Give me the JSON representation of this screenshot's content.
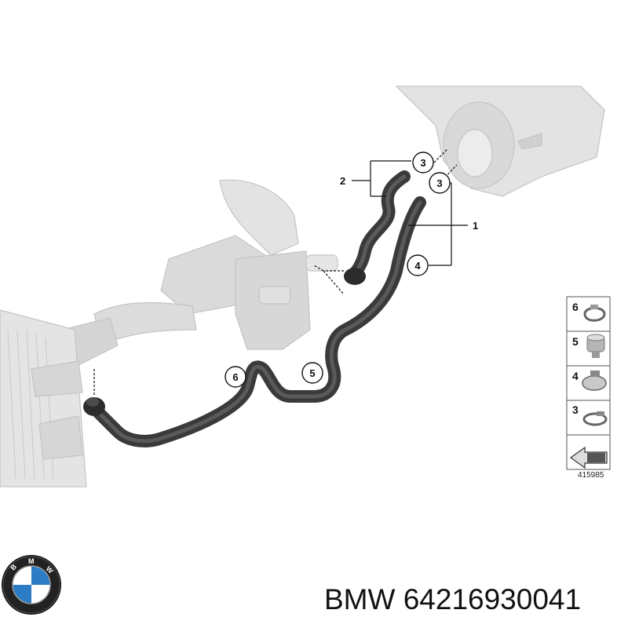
{
  "diagram": {
    "callouts": [
      {
        "id": "c3a",
        "label": "3"
      },
      {
        "id": "c3b",
        "label": "3"
      },
      {
        "id": "c4",
        "label": "4"
      },
      {
        "id": "c5",
        "label": "5"
      },
      {
        "id": "c6",
        "label": "6"
      }
    ],
    "part_labels": [
      {
        "id": "p1",
        "label": "1"
      },
      {
        "id": "p2",
        "label": "2"
      }
    ],
    "legend": {
      "items": [
        {
          "label": "6"
        },
        {
          "label": "5"
        },
        {
          "label": "4"
        },
        {
          "label": "3"
        }
      ],
      "reference_number": "415985"
    }
  },
  "logo": {
    "brand_lettering": "BMW",
    "colors": {
      "blue": "#2b7cc4",
      "white": "#ffffff",
      "ring": "#111111"
    }
  },
  "caption": {
    "brand": "BMW",
    "part_number": "64216930041"
  }
}
